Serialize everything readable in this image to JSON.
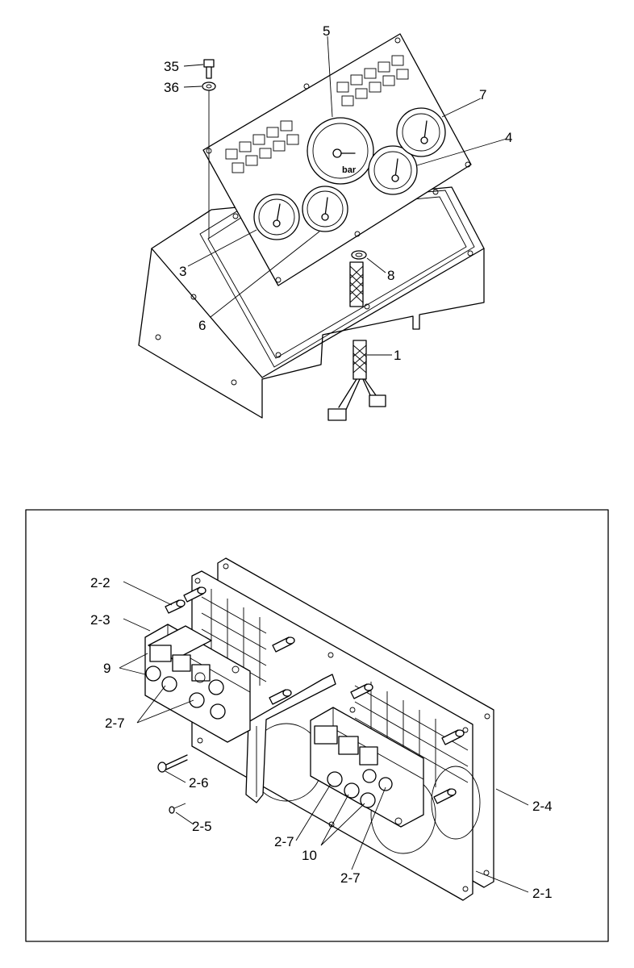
{
  "top_diagram": {
    "callouts": {
      "c1": "1",
      "c3": "3",
      "c4": "4",
      "c5": "5",
      "c6": "6",
      "c7": "7",
      "c8": "8",
      "c35": "35",
      "c36": "36"
    },
    "gauge_unit": "bar"
  },
  "detail_diagram": {
    "callouts": {
      "c2_1": "2-1",
      "c2_2": "2-2",
      "c2_3": "2-3",
      "c2_4": "2-4",
      "c2_5": "2-5",
      "c2_6": "2-6",
      "c2_7a": "2-7",
      "c2_7b": "2-7",
      "c2_7c": "2-7",
      "c9": "9",
      "c10": "10"
    }
  }
}
